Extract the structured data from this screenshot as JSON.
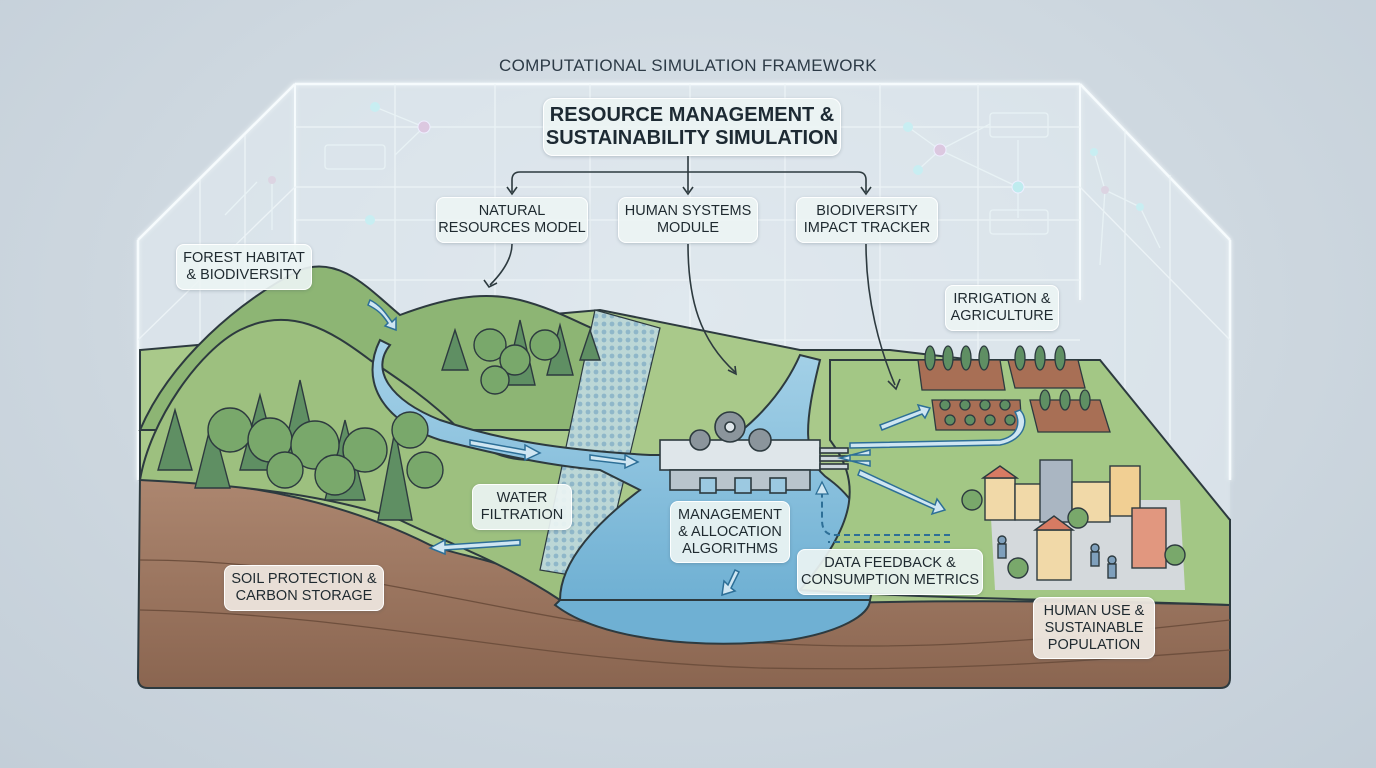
{
  "framework": {
    "title": "COMPUTATIONAL SIMULATION FRAMEWORK"
  },
  "main_node": {
    "line1": "RESOURCE MANAGEMENT &",
    "line2": "SUSTAINABILITY SIMULATION"
  },
  "modules": [
    {
      "line1": "NATURAL",
      "line2": "RESOURCES MODEL"
    },
    {
      "line1": "HUMAN SYSTEMS",
      "line2": "MODULE"
    },
    {
      "line1": "BIODIVERSITY",
      "line2": "IMPACT TRACKER"
    }
  ],
  "landscape_labels": {
    "forest": {
      "line1": "FOREST HABITAT",
      "line2": "& BIODIVERSITY"
    },
    "irrigation": {
      "line1": "IRRIGATION &",
      "line2": "AGRICULTURE"
    },
    "water_filtration": {
      "line1": "WATER",
      "line2": "FILTRATION"
    },
    "management": {
      "line1": "MANAGEMENT",
      "line2": "& ALLOCATION",
      "line3": "ALGORITHMS"
    },
    "data_feedback": {
      "line1": "DATA FEEDBACK &",
      "line2": "CONSUMPTION METRICS"
    },
    "soil": {
      "line1": "SOIL PROTECTION &",
      "line2": "CARBON STORAGE"
    },
    "human_use": {
      "line1": "HUMAN USE &",
      "line2": "SUSTAINABLE",
      "line3": "POPULATION"
    }
  },
  "colors": {
    "background": "#cdd7df",
    "grass_light": "#a9c98a",
    "grass_dark": "#7fa869",
    "tree": "#5f8f63",
    "water": "#8fc3df",
    "soil_top": "#a8806a",
    "soil_bottom": "#8b6651",
    "grid_line": "#f4f8fa",
    "outline": "#2d3a3f"
  }
}
